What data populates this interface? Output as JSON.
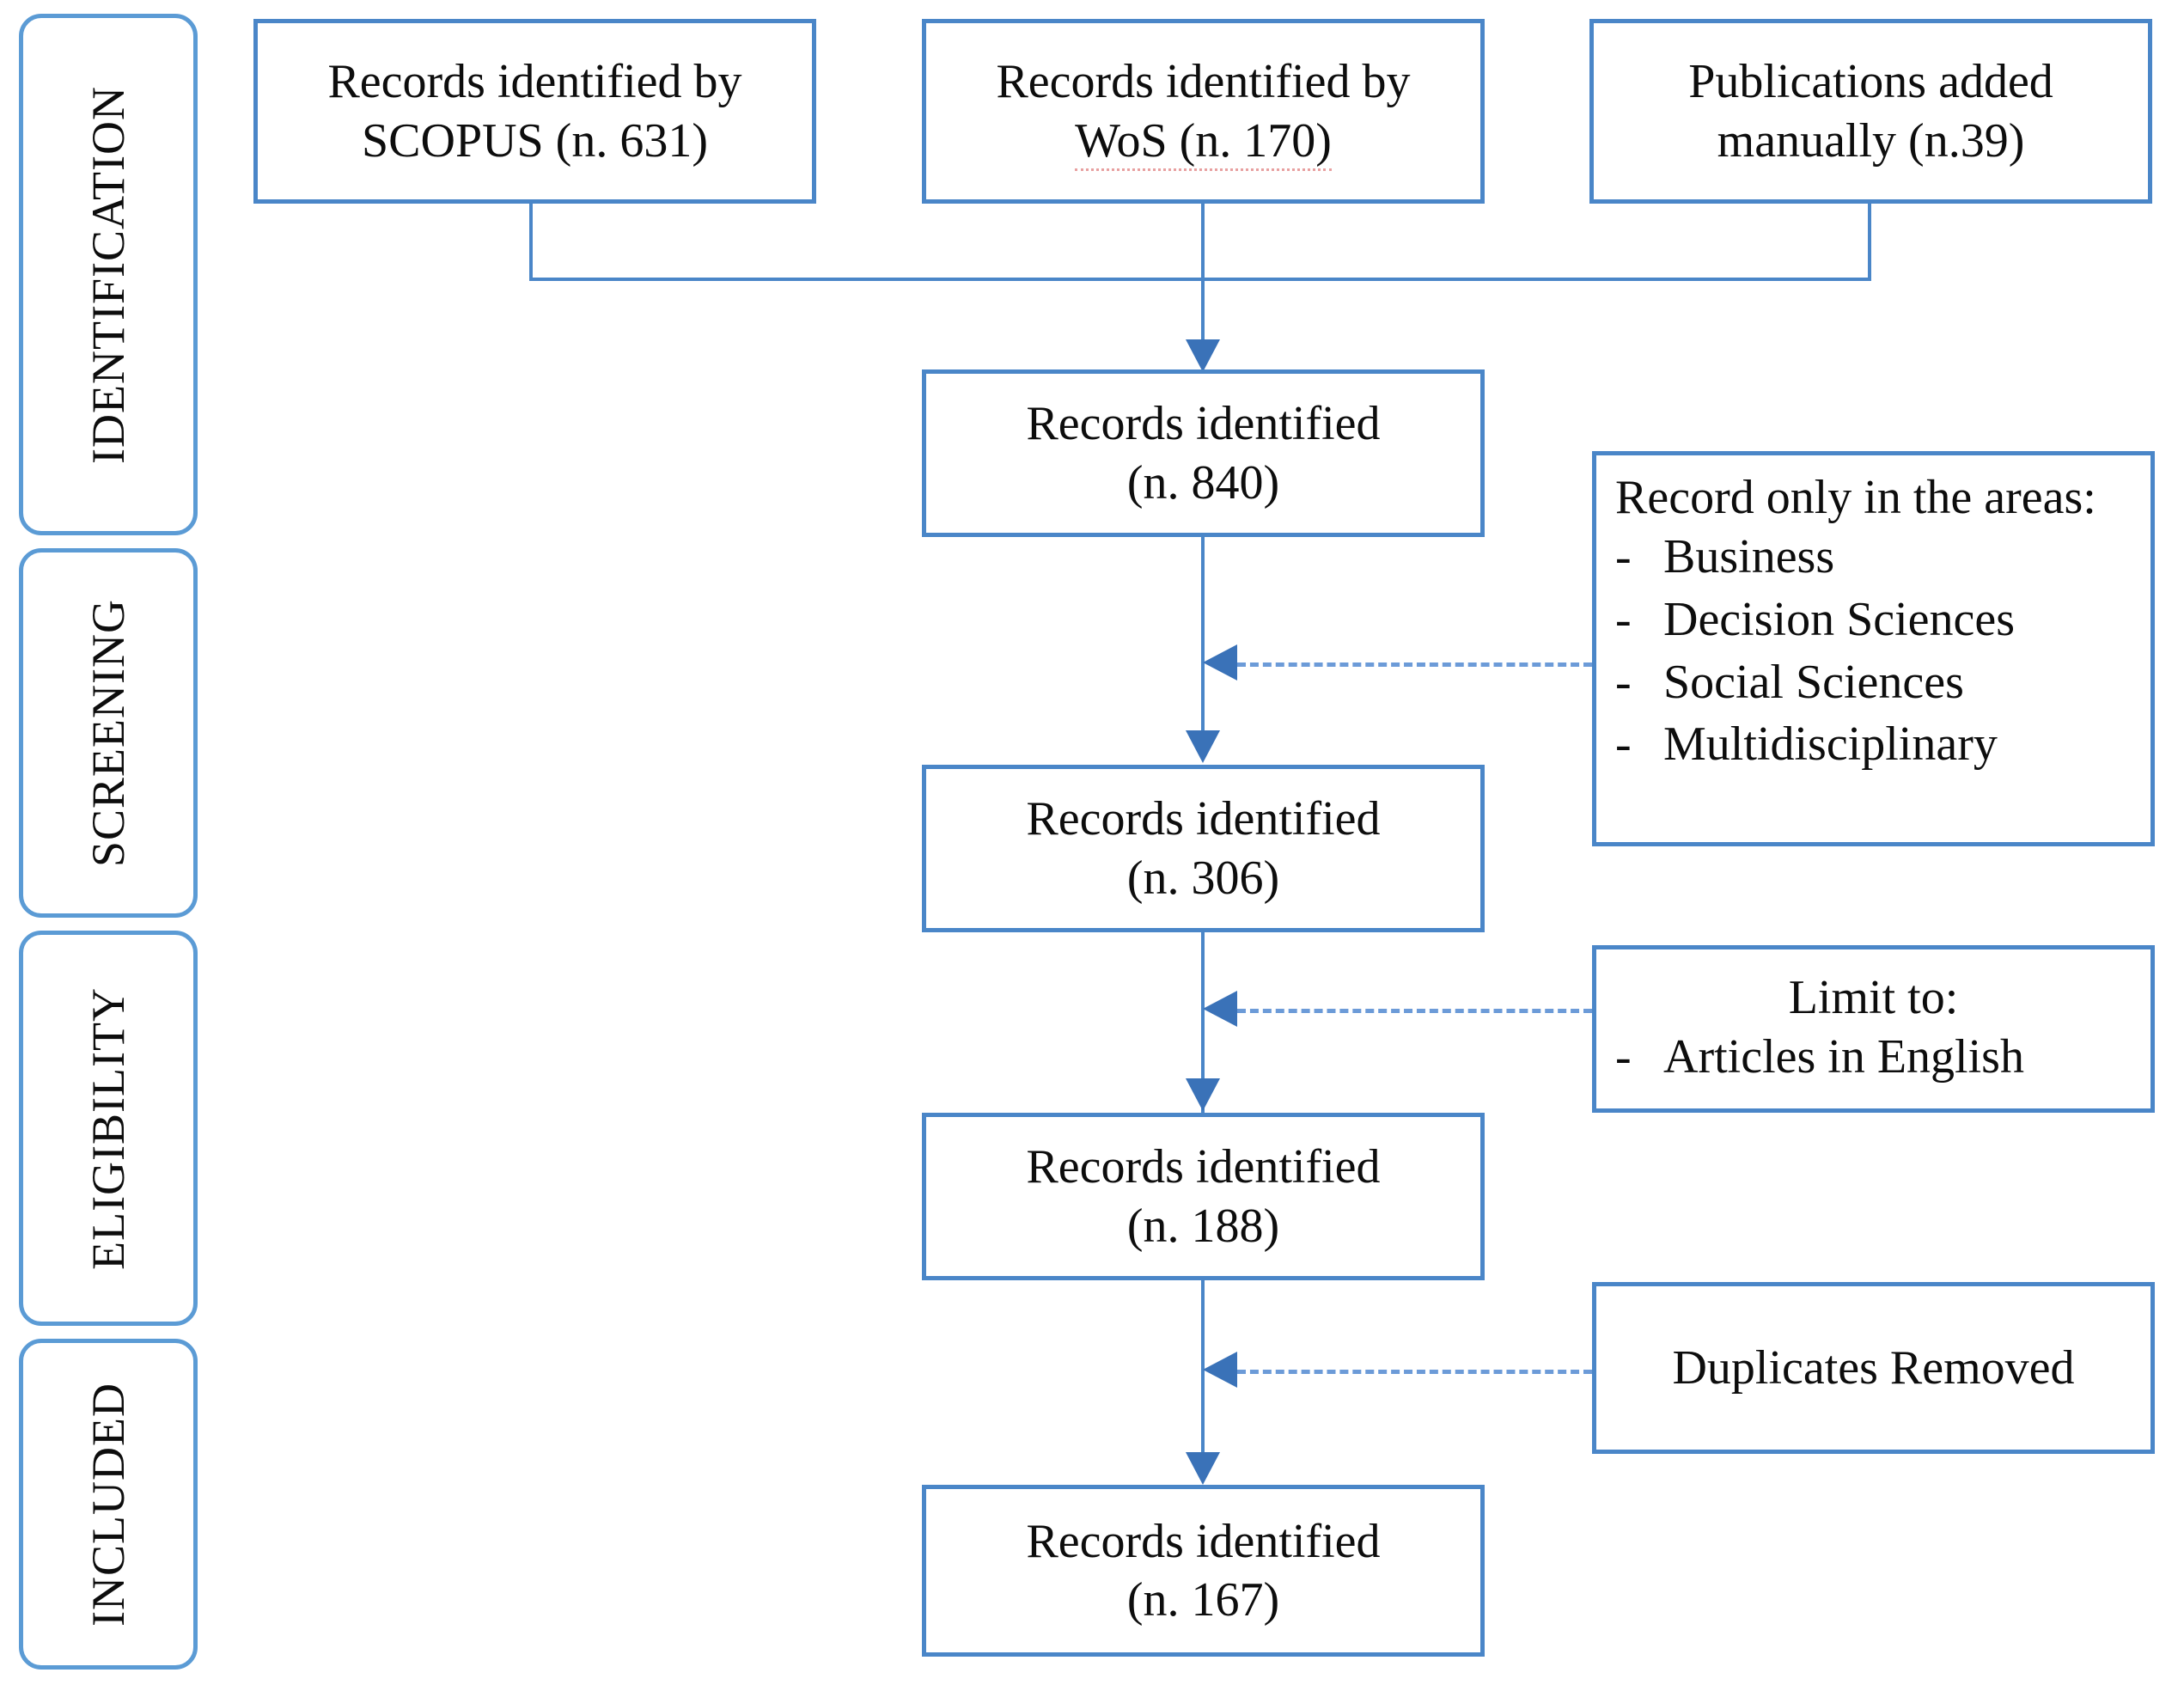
{
  "diagram": {
    "type": "prisma-flow-diagram",
    "accent_color": "#4a86c8",
    "stage_border_color": "#5b9bd5",
    "arrow_color": "#3a72b8",
    "dashed_color": "#6c9bd8",
    "text_color": "#0d0d0d"
  },
  "stages": [
    {
      "label": "IDENTIFICATION"
    },
    {
      "label": "SCREENING"
    },
    {
      "label": "ELIGIBILITY"
    },
    {
      "label": "INCLUDED"
    }
  ],
  "sources": [
    {
      "line1": "Records identified by",
      "line2": "SCOPUS (n. 631)",
      "count": 631,
      "source": "SCOPUS"
    },
    {
      "line1": "Records identified by",
      "line2": "WoS (n. 170)",
      "count": 170,
      "source": "WoS"
    },
    {
      "line1": "Publications added",
      "line2": "manually (n.39)",
      "count": 39,
      "source": "manual"
    }
  ],
  "flow": [
    {
      "line1": "Records identified",
      "line2": "(n. 840)",
      "count": 840
    },
    {
      "line1": "Records identified",
      "line2": "(n. 306)",
      "count": 306
    },
    {
      "line1": "Records identified",
      "line2": "(n. 188)",
      "count": 188
    },
    {
      "line1": "Records identified",
      "line2": "(n. 167)",
      "count": 167
    }
  ],
  "filters": [
    {
      "title": "Record only in the areas:",
      "bullet": "-",
      "items": [
        "Business",
        "Decision Sciences",
        "Social Sciences",
        "Multidisciplinary"
      ]
    },
    {
      "title": "Limit to:",
      "bullet": "-",
      "items": [
        "Articles in English"
      ]
    },
    {
      "title": "Duplicates Removed",
      "bullet": "-",
      "items": []
    }
  ],
  "chart_data": {
    "type": "diagram",
    "title": "PRISMA record selection flow",
    "nodes": [
      {
        "id": "scopus",
        "label": "Records identified by SCOPUS (n. 631)",
        "value": 631,
        "stage": "IDENTIFICATION"
      },
      {
        "id": "wos",
        "label": "Records identified by WoS (n. 170)",
        "value": 170,
        "stage": "IDENTIFICATION"
      },
      {
        "id": "manual",
        "label": "Publications added manually (n.39)",
        "value": 39,
        "stage": "IDENTIFICATION"
      },
      {
        "id": "total",
        "label": "Records identified (n. 840)",
        "value": 840,
        "stage": "IDENTIFICATION"
      },
      {
        "id": "areas",
        "label": "Records identified (n. 306)",
        "value": 306,
        "stage": "SCREENING"
      },
      {
        "id": "english",
        "label": "Records identified (n. 188)",
        "value": 188,
        "stage": "ELIGIBILITY"
      },
      {
        "id": "final",
        "label": "Records identified (n. 167)",
        "value": 167,
        "stage": "INCLUDED"
      }
    ],
    "edges": [
      {
        "from": "scopus",
        "to": "total",
        "style": "solid"
      },
      {
        "from": "wos",
        "to": "total",
        "style": "solid"
      },
      {
        "from": "manual",
        "to": "total",
        "style": "solid"
      },
      {
        "from": "total",
        "to": "areas",
        "style": "solid",
        "filter": "Record only in the areas: Business, Decision Sciences, Social Sciences, Multidisciplinary"
      },
      {
        "from": "areas",
        "to": "english",
        "style": "solid",
        "filter": "Limit to: Articles in English"
      },
      {
        "from": "english",
        "to": "final",
        "style": "solid",
        "filter": "Duplicates Removed"
      }
    ]
  }
}
